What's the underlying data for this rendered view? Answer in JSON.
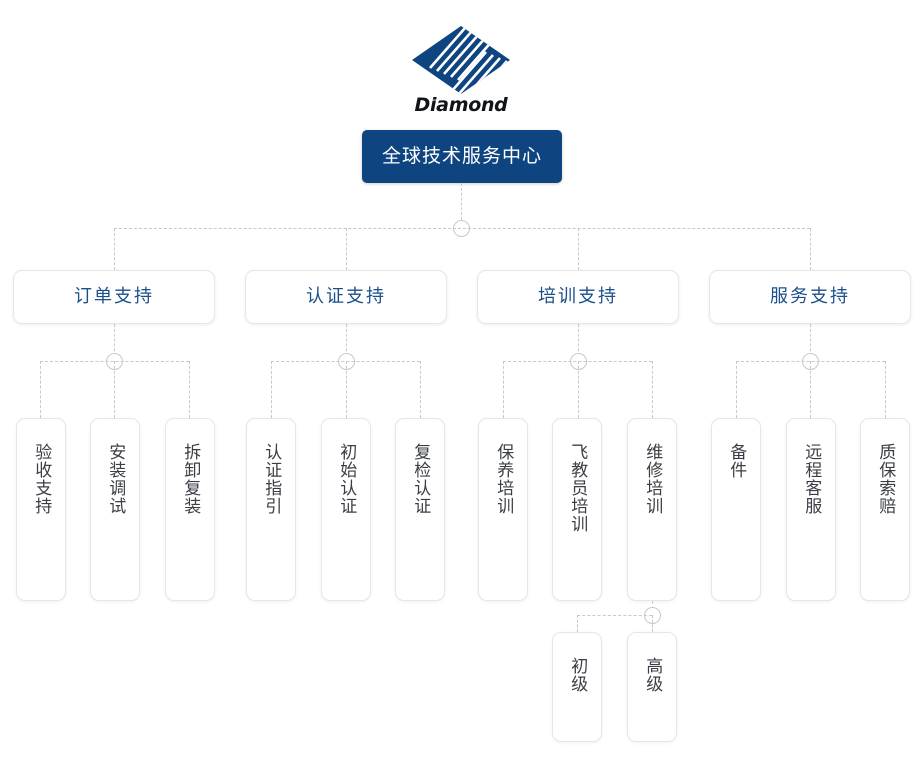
{
  "brand": {
    "wordmark": "Diamond",
    "logo_icon": "diamond-logo-icon",
    "logo_color": "#0e4580"
  },
  "colors": {
    "root_fill": "#0e4580",
    "root_text": "#ffffff",
    "category_text": "#1b4f89",
    "leaf_text": "#3b3f45",
    "connector": "#c6c8cb",
    "box_border": "#e4e6e9"
  },
  "chart_data": {
    "type": "org-tree",
    "title": "全球技术服务中心",
    "root": {
      "label": "全球技术服务中心"
    },
    "categories": [
      {
        "label": "订单支持",
        "children": [
          {
            "label": "验收支持"
          },
          {
            "label": "安装调试"
          },
          {
            "label": "拆卸复装"
          }
        ]
      },
      {
        "label": "认证支持",
        "children": [
          {
            "label": "认证指引"
          },
          {
            "label": "初始认证"
          },
          {
            "label": "复检认证"
          }
        ]
      },
      {
        "label": "培训支持",
        "children": [
          {
            "label": "保养培训"
          },
          {
            "label": "飞教员培训"
          },
          {
            "label": "维修培训",
            "children": [
              {
                "label": "初级"
              },
              {
                "label": "高级"
              }
            ]
          }
        ]
      },
      {
        "label": "服务支持",
        "children": [
          {
            "label": "备件"
          },
          {
            "label": "远程客服"
          },
          {
            "label": "质保索赔"
          }
        ]
      }
    ]
  }
}
